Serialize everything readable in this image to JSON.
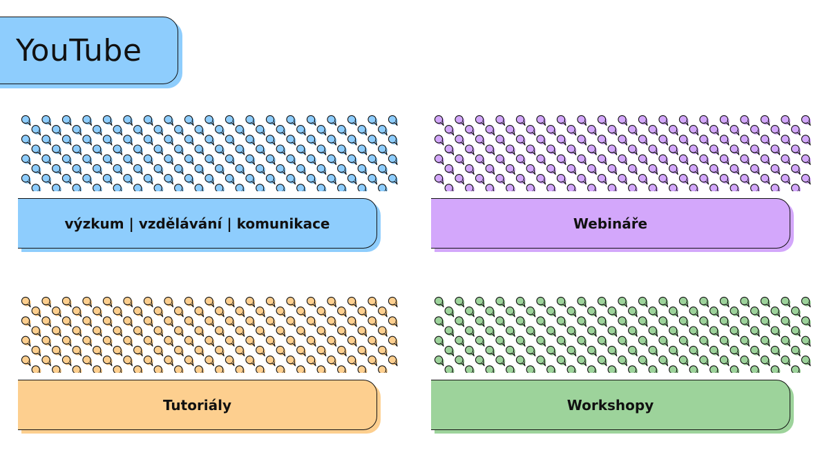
{
  "title": "YouTube",
  "colors": {
    "blue": "#8ecdfd",
    "purple": "#d3a7fb",
    "orange": "#fdcf8f",
    "green": "#9dd39b",
    "outline": "#111111"
  },
  "cards": [
    {
      "label": "výzkum | vzdělávání | komunikace",
      "color": "#8ecdfd",
      "pattern_icon": "speech-bubble-icon"
    },
    {
      "label": "Webináře",
      "color": "#d3a7fb",
      "pattern_icon": "speech-bubble-icon"
    },
    {
      "label": "Tutoriály",
      "color": "#fdcf8f",
      "pattern_icon": "speech-bubble-icon"
    },
    {
      "label": "Workshopy",
      "color": "#9dd39b",
      "pattern_icon": "speech-bubble-icon"
    }
  ]
}
